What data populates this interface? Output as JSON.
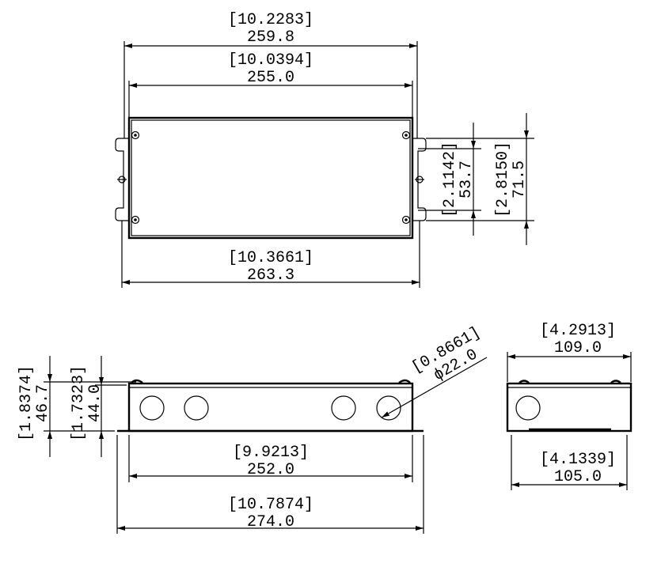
{
  "drawing": {
    "top_view": {
      "overall_width": {
        "inch": "[10.2283]",
        "mm": "259.8"
      },
      "body_width": {
        "inch": "[10.0394]",
        "mm": "255.0"
      },
      "flange_width": {
        "inch": "[10.3661]",
        "mm": "263.3"
      },
      "slot_spacing": {
        "inch": "[2.1142]",
        "mm": "53.7"
      },
      "flange_height": {
        "inch": "[2.8150]",
        "mm": "71.5"
      }
    },
    "front_view": {
      "overall_height": {
        "inch": "[1.8374]",
        "mm": "46.7"
      },
      "body_height": {
        "inch": "[1.7323]",
        "mm": "44.0"
      },
      "knockout_diameter": {
        "inch": "[0.8661]",
        "mm": "ϕ22.0"
      },
      "body_length": {
        "inch": "[9.9213]",
        "mm": "252.0"
      },
      "base_length": {
        "inch": "[10.7874]",
        "mm": "274.0"
      }
    },
    "side_view": {
      "lid_width": {
        "inch": "[4.2913]",
        "mm": "109.0"
      },
      "body_width": {
        "inch": "[4.1339]",
        "mm": "105.0"
      }
    }
  }
}
